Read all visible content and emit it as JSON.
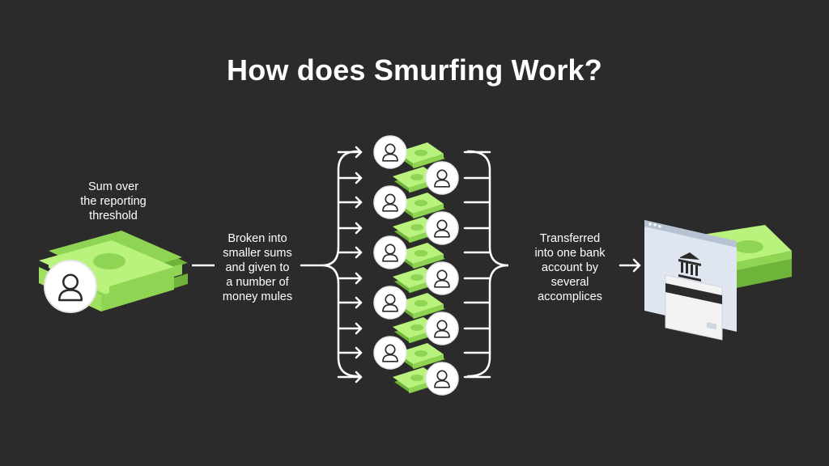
{
  "title": "How does Smurfing Work?",
  "source_label": "Sum over\nthe reporting\nthreshold",
  "split_label": "Broken into\nsmaller sums\nand given to\na number of\nmoney mules",
  "transfer_label": "Transferred\ninto one bank\naccount by\nseveral\naccomplices",
  "colors": {
    "background": "#2b2b2b",
    "money_light": "#b9f27c",
    "money_mid": "#8fd453",
    "money_dark": "#6fb43a",
    "arrow": "#ffffff",
    "avatar": "#ffffff",
    "bank_panel": "#dfe6f0",
    "card": "#f3f3f3"
  },
  "icons": [
    "person-icon",
    "money-stack-icon",
    "bank-icon",
    "credit-card-icon",
    "arrow-icon"
  ]
}
